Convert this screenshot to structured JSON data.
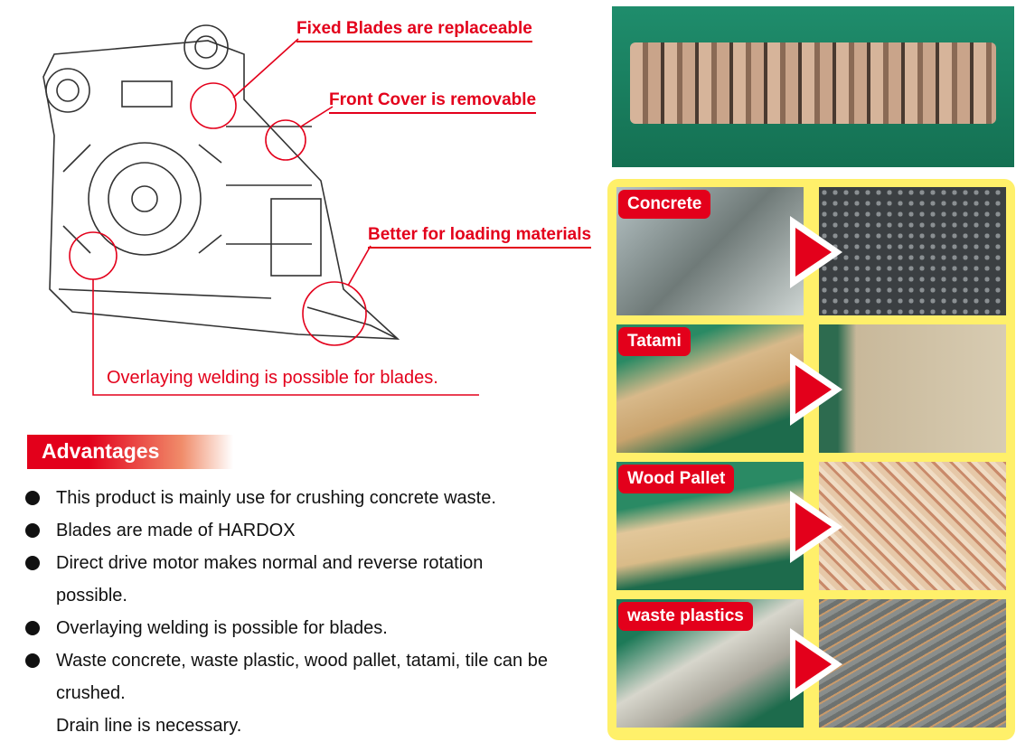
{
  "callouts": {
    "fixed_blades": "Fixed Blades are replaceable",
    "front_cover": "Front Cover is removable",
    "loading": "Better for loading materials",
    "welding": "Overlaying welding is possible for blades."
  },
  "advantages": {
    "title": "Advantages",
    "items": [
      "This product is mainly use for crushing concrete waste.",
      "Blades are made of HARDOX",
      "Direct drive motor makes normal and reverse rotation possible.",
      "Overlaying welding is possible for blades.",
      "Waste concrete, waste plastic, wood pallet, tatami, tile can be crushed.",
      "Drain line is necessary."
    ]
  },
  "materials": [
    {
      "label": "Concrete"
    },
    {
      "label": "Tatami"
    },
    {
      "label": "Wood Pallet"
    },
    {
      "label": "waste plastics"
    }
  ],
  "colors": {
    "accent": "#e3001b",
    "panel": "#fff06a",
    "machine": "#1e8a68"
  }
}
